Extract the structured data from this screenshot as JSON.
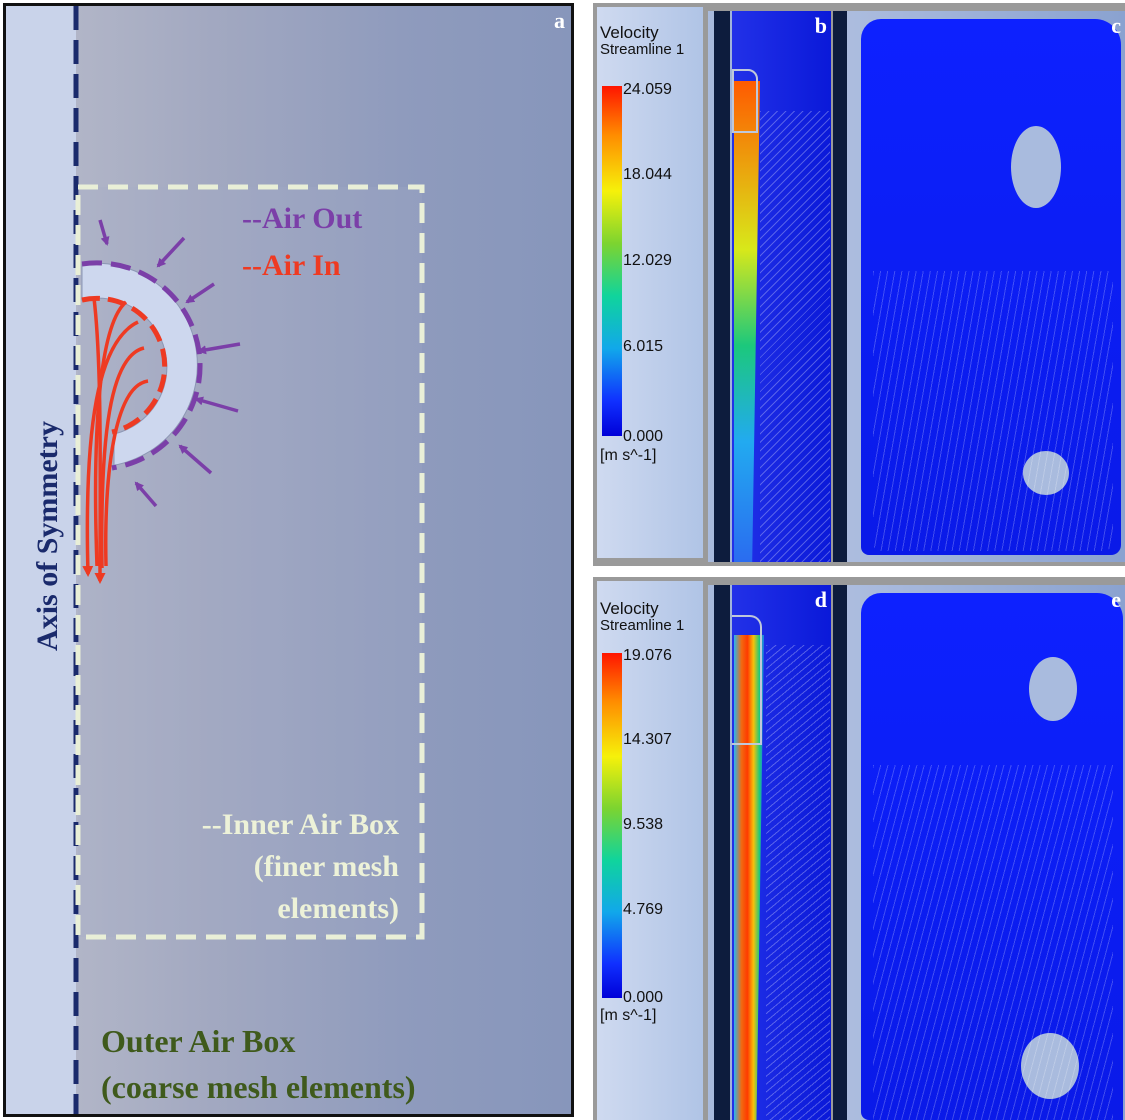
{
  "panel_a": {
    "letter": "a",
    "axis_label": "Axis of Symmetry",
    "legend_air_out": "--Air Out",
    "legend_air_in": "--Air In",
    "inner_box_line1": "--Inner Air Box",
    "inner_box_line2": "(finer mesh",
    "inner_box_line3": "elements)",
    "outer_box_line1": "Outer Air Box",
    "outer_box_line2": "(coarse mesh elements)",
    "colors": {
      "axis_line": "#1a2a6c",
      "air_out": "#7b3fa8",
      "air_in": "#ee3a22",
      "inner_box_dash": "#e9efd7",
      "inner_box_text": "#edf2d8",
      "outer_box_text": "#3f5a1c"
    }
  },
  "panel_b": {
    "letter": "b"
  },
  "panel_c": {
    "letter": "c"
  },
  "panel_d": {
    "letter": "d"
  },
  "panel_e": {
    "letter": "e"
  },
  "legend_top": {
    "title1": "Velocity",
    "title2": "Streamline 1",
    "ticks": [
      "24.059",
      "18.044",
      "12.029",
      "6.015",
      "0.000"
    ],
    "unit": "[m s^-1]"
  },
  "legend_bottom": {
    "title1": "Velocity",
    "title2": "Streamline 1",
    "ticks": [
      "19.076",
      "14.307",
      "9.538",
      "4.769",
      "0.000"
    ],
    "unit": "[m s^-1]"
  }
}
